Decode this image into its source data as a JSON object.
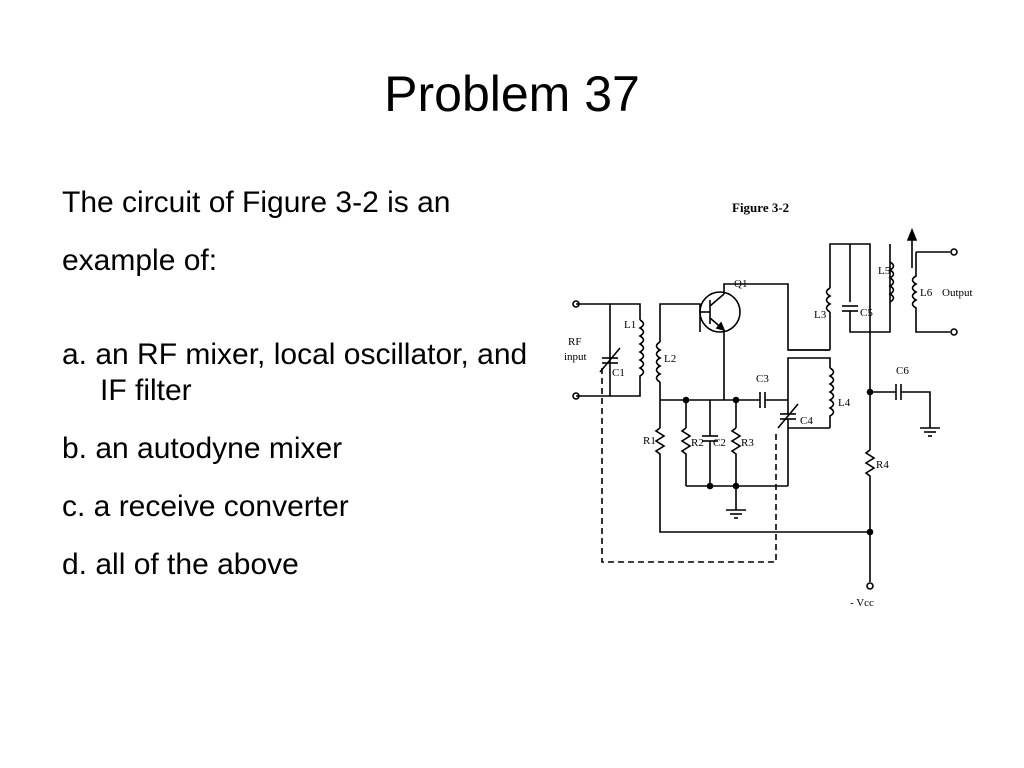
{
  "slide": {
    "title": "Problem 37",
    "question_line1": "The circuit of Figure 3-2 is an",
    "question_line2": "example of:",
    "options": [
      {
        "text": "a. an RF mixer, local oscillator, and IF filter"
      },
      {
        "text": "b. an autodyne mixer"
      },
      {
        "text": "c. a receive converter"
      },
      {
        "text": "d. all of the above"
      }
    ]
  },
  "figure": {
    "caption": "Figure 3-2",
    "labels": {
      "q1": "Q1",
      "rf1": "RF",
      "rf2": "input",
      "l1": "L1",
      "l2": "L2",
      "l3": "L3",
      "l4": "L4",
      "l5": "L5",
      "l6": "L6",
      "c1": "C1",
      "c2": "C2",
      "c3": "C3",
      "c4": "C4",
      "c5": "C5",
      "c6": "C6",
      "r1": "R1",
      "r2": "R2",
      "r3": "R3",
      "r4": "R4",
      "output": "Output",
      "vcc": "- Vcc"
    }
  }
}
